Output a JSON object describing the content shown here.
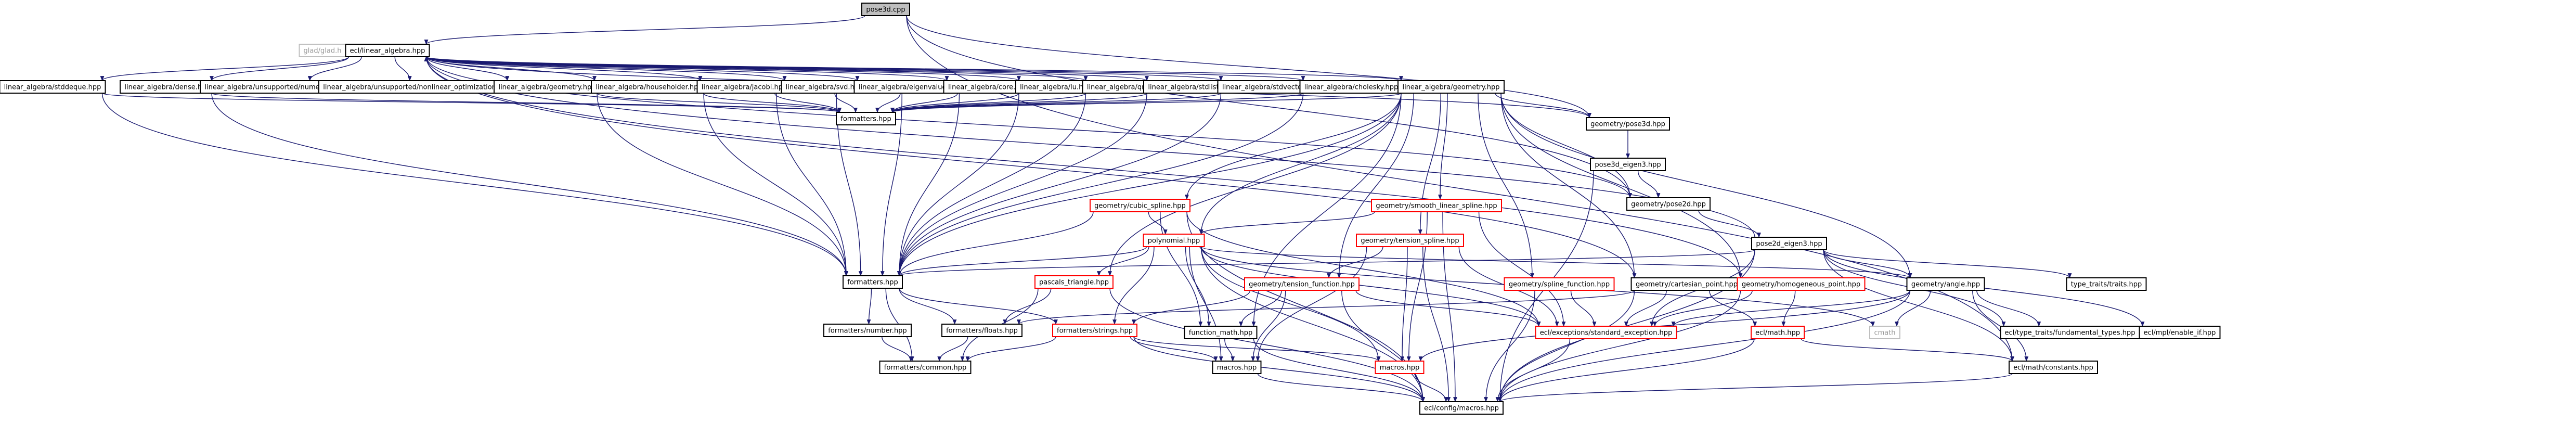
{
  "colors": {
    "edge": "#191970",
    "node_border": "#000000",
    "node_border_missing": "#bfbfbf",
    "node_border_truncated": "#ff0000",
    "node_fill": "#ffffff",
    "node_fill_root": "#bfbfbf",
    "text": "#000000",
    "text_missing": "#999999"
  },
  "nodes": [
    {
      "id": "pose3d_cpp",
      "label": "pose3d.cpp",
      "style": "root"
    },
    {
      "id": "glad",
      "label": "glad/glad.h",
      "style": "missing"
    },
    {
      "id": "linear_algebra",
      "label": "ecl/linear_algebra.hpp",
      "style": "normal"
    },
    {
      "id": "stddeque",
      "label": "linear_algebra/stddeque.hpp",
      "style": "normal"
    },
    {
      "id": "dense",
      "label": "linear_algebra/dense.hpp",
      "style": "normal"
    },
    {
      "id": "numerical_diff",
      "label": "linear_algebra/unsupported/numerical_diff.hpp",
      "style": "normal"
    },
    {
      "id": "nonlinear_opt",
      "label": "linear_algebra/unsupported/nonlinear_optimization.hpp",
      "style": "normal"
    },
    {
      "id": "la_geometry",
      "label": "linear_algebra/geometry.hpp",
      "style": "normal"
    },
    {
      "id": "householder",
      "label": "linear_algebra/householder.hpp",
      "style": "normal"
    },
    {
      "id": "jacobi",
      "label": "linear_algebra/jacobi.hpp",
      "style": "normal"
    },
    {
      "id": "svd",
      "label": "linear_algebra/svd.hpp",
      "style": "normal"
    },
    {
      "id": "eigenvalues",
      "label": "linear_algebra/eigenvalues.hpp",
      "style": "normal"
    },
    {
      "id": "core",
      "label": "linear_algebra/core.hpp",
      "style": "normal"
    },
    {
      "id": "lu",
      "label": "linear_algebra/lu.hpp",
      "style": "normal"
    },
    {
      "id": "qr",
      "label": "linear_algebra/qr.hpp",
      "style": "normal"
    },
    {
      "id": "stdlist",
      "label": "linear_algebra/stdlist.hpp",
      "style": "normal"
    },
    {
      "id": "stdvector",
      "label": "linear_algebra/stdvector.hpp",
      "style": "normal"
    },
    {
      "id": "cholesky",
      "label": "linear_algebra/cholesky.hpp",
      "style": "normal"
    },
    {
      "id": "ecl_la_geometry",
      "label": "linear_algebra/geometry.hpp",
      "style": "normal"
    },
    {
      "id": "formatters_top",
      "label": "formatters.hpp",
      "style": "normal"
    },
    {
      "id": "pose3d_hpp",
      "label": "geometry/pose3d.hpp",
      "style": "normal"
    },
    {
      "id": "pose3d_eigen3",
      "label": "pose3d_eigen3.hpp",
      "style": "normal"
    },
    {
      "id": "pose2d_hpp",
      "label": "geometry/pose2d.hpp",
      "style": "normal"
    },
    {
      "id": "cubic_spline",
      "label": "geometry/cubic_spline.hpp",
      "style": "truncated"
    },
    {
      "id": "smooth_linear_spline",
      "label": "geometry/smooth_linear_spline.hpp",
      "style": "truncated"
    },
    {
      "id": "tension_spline",
      "label": "geometry/tension_spline.hpp",
      "style": "truncated"
    },
    {
      "id": "polynomial",
      "label": "polynomial.hpp",
      "style": "truncated"
    },
    {
      "id": "pose2d_eigen3",
      "label": "pose2d_eigen3.hpp",
      "style": "normal"
    },
    {
      "id": "formatters",
      "label": "formatters.hpp",
      "style": "normal"
    },
    {
      "id": "pascals_triangle",
      "label": "pascals_triangle.hpp",
      "style": "truncated"
    },
    {
      "id": "tension_function",
      "label": "geometry/tension_function.hpp",
      "style": "truncated"
    },
    {
      "id": "spline_function",
      "label": "geometry/spline_function.hpp",
      "style": "truncated"
    },
    {
      "id": "cartesian_point",
      "label": "geometry/cartesian_point.hpp",
      "style": "normal"
    },
    {
      "id": "homogeneous_point",
      "label": "geometry/homogeneous_point.hpp",
      "style": "truncated"
    },
    {
      "id": "angle",
      "label": "geometry/angle.hpp",
      "style": "normal"
    },
    {
      "id": "type_traits",
      "label": "type_traits/traits.hpp",
      "style": "normal"
    },
    {
      "id": "formatters_number",
      "label": "formatters/number.hpp",
      "style": "normal"
    },
    {
      "id": "formatters_floats",
      "label": "formatters/floats.hpp",
      "style": "normal"
    },
    {
      "id": "formatters_strings",
      "label": "formatters/strings.hpp",
      "style": "truncated"
    },
    {
      "id": "function_math",
      "label": "function_math.hpp",
      "style": "normal"
    },
    {
      "id": "std_exception",
      "label": "ecl/exceptions/standard_exception.hpp",
      "style": "truncated"
    },
    {
      "id": "ecl_math",
      "label": "ecl/math.hpp",
      "style": "truncated"
    },
    {
      "id": "cmath",
      "label": "cmath",
      "style": "missing"
    },
    {
      "id": "fundamental_types",
      "label": "ecl/type_traits/fundamental_types.hpp",
      "style": "normal"
    },
    {
      "id": "enable_if",
      "label": "ecl/mpl/enable_if.hpp",
      "style": "normal"
    },
    {
      "id": "formatters_common",
      "label": "formatters/common.hpp",
      "style": "normal"
    },
    {
      "id": "macros_plain",
      "label": "macros.hpp",
      "style": "normal"
    },
    {
      "id": "macros_red",
      "label": "macros.hpp",
      "style": "truncated"
    },
    {
      "id": "math_constants",
      "label": "ecl/math/constants.hpp",
      "style": "normal"
    },
    {
      "id": "config_macros",
      "label": "ecl/config/macros.hpp",
      "style": "normal"
    }
  ],
  "edges": [
    [
      "pose3d_cpp",
      "linear_algebra"
    ],
    [
      "pose3d_cpp",
      "pose3d_hpp"
    ],
    [
      "pose3d_cpp",
      "pose2d_hpp"
    ],
    [
      "pose3d_cpp",
      "math_constants"
    ],
    [
      "linear_algebra",
      "glad"
    ],
    [
      "linear_algebra",
      "stddeque"
    ],
    [
      "linear_algebra",
      "dense"
    ],
    [
      "linear_algebra",
      "numerical_diff"
    ],
    [
      "linear_algebra",
      "nonlinear_opt"
    ],
    [
      "linear_algebra",
      "la_geometry"
    ],
    [
      "linear_algebra",
      "householder"
    ],
    [
      "linear_algebra",
      "jacobi"
    ],
    [
      "linear_algebra",
      "svd"
    ],
    [
      "linear_algebra",
      "eigenvalues"
    ],
    [
      "linear_algebra",
      "core"
    ],
    [
      "linear_algebra",
      "lu"
    ],
    [
      "linear_algebra",
      "qr"
    ],
    [
      "linear_algebra",
      "stdlist"
    ],
    [
      "linear_algebra",
      "stdvector"
    ],
    [
      "linear_algebra",
      "cholesky"
    ],
    [
      "linear_algebra",
      "ecl_la_geometry"
    ],
    [
      "stddeque",
      "formatters_top"
    ],
    [
      "stddeque",
      "formatters"
    ],
    [
      "dense",
      "formatters_top"
    ],
    [
      "dense",
      "formatters"
    ],
    [
      "la_geometry",
      "formatters_top"
    ],
    [
      "la_geometry",
      "formatters"
    ],
    [
      "householder",
      "formatters_top"
    ],
    [
      "householder",
      "formatters"
    ],
    [
      "jacobi",
      "formatters_top"
    ],
    [
      "jacobi",
      "formatters"
    ],
    [
      "svd",
      "formatters_top"
    ],
    [
      "svd",
      "formatters"
    ],
    [
      "eigenvalues",
      "formatters_top"
    ],
    [
      "eigenvalues",
      "formatters"
    ],
    [
      "core",
      "formatters_top"
    ],
    [
      "core",
      "formatters"
    ],
    [
      "lu",
      "formatters_top"
    ],
    [
      "lu",
      "formatters"
    ],
    [
      "qr",
      "formatters_top"
    ],
    [
      "qr",
      "formatters"
    ],
    [
      "stdlist",
      "formatters_top"
    ],
    [
      "stdlist",
      "formatters"
    ],
    [
      "stdvector",
      "formatters_top"
    ],
    [
      "stdvector",
      "formatters"
    ],
    [
      "cholesky",
      "formatters_top"
    ],
    [
      "cholesky",
      "formatters"
    ],
    [
      "ecl_la_geometry",
      "formatters_top"
    ],
    [
      "ecl_la_geometry",
      "formatters"
    ],
    [
      "ecl_la_geometry",
      "pose3d_hpp"
    ],
    [
      "ecl_la_geometry",
      "pose2d_hpp"
    ],
    [
      "ecl_la_geometry",
      "cubic_spline"
    ],
    [
      "ecl_la_geometry",
      "smooth_linear_spline"
    ],
    [
      "ecl_la_geometry",
      "tension_spline"
    ],
    [
      "ecl_la_geometry",
      "polynomial"
    ],
    [
      "ecl_la_geometry",
      "spline_function"
    ],
    [
      "ecl_la_geometry",
      "cartesian_point"
    ],
    [
      "ecl_la_geometry",
      "homogeneous_point"
    ],
    [
      "ecl_la_geometry",
      "angle"
    ],
    [
      "ecl_la_geometry",
      "tension_function"
    ],
    [
      "ecl_la_geometry",
      "function_math"
    ],
    [
      "ecl_la_geometry",
      "pascals_triangle"
    ],
    [
      "pose3d_hpp",
      "pose3d_eigen3"
    ],
    [
      "pose3d_hpp",
      "linear_algebra"
    ],
    [
      "pose3d_eigen3",
      "pose2d_hpp"
    ],
    [
      "pose3d_eigen3",
      "config_macros"
    ],
    [
      "pose2d_hpp",
      "pose2d_eigen3"
    ],
    [
      "pose2d_hpp",
      "linear_algebra"
    ],
    [
      "pose2d_eigen3",
      "formatters"
    ],
    [
      "pose2d_eigen3",
      "angle"
    ],
    [
      "pose2d_eigen3",
      "type_traits"
    ],
    [
      "pose2d_eigen3",
      "enable_if"
    ],
    [
      "pose2d_eigen3",
      "fundamental_types"
    ],
    [
      "pose2d_eigen3",
      "math_constants"
    ],
    [
      "pose2d_eigen3",
      "config_macros"
    ],
    [
      "pose2d_eigen3",
      "std_exception"
    ],
    [
      "pose2d_eigen3",
      "linear_algebra"
    ],
    [
      "cubic_spline",
      "polynomial"
    ],
    [
      "cubic_spline",
      "std_exception"
    ],
    [
      "cubic_spline",
      "config_macros"
    ],
    [
      "cubic_spline",
      "function_math"
    ],
    [
      "cubic_spline",
      "formatters"
    ],
    [
      "smooth_linear_spline",
      "polynomial"
    ],
    [
      "smooth_linear_spline",
      "std_exception"
    ],
    [
      "smooth_linear_spline",
      "config_macros"
    ],
    [
      "smooth_linear_spline",
      "macros_red"
    ],
    [
      "tension_spline",
      "tension_function"
    ],
    [
      "tension_spline",
      "std_exception"
    ],
    [
      "tension_spline",
      "config_macros"
    ],
    [
      "tension_spline",
      "macros_red"
    ],
    [
      "tension_spline",
      "macros_plain"
    ],
    [
      "polynomial",
      "formatters"
    ],
    [
      "polynomial",
      "pascals_triangle"
    ],
    [
      "polynomial",
      "std_exception"
    ],
    [
      "polynomial",
      "function_math"
    ],
    [
      "polynomial",
      "macros_plain"
    ],
    [
      "polynomial",
      "macros_red"
    ],
    [
      "polynomial",
      "cmath"
    ],
    [
      "polynomial",
      "config_macros"
    ],
    [
      "polynomial",
      "formatters_strings"
    ],
    [
      "polynomial",
      "angle"
    ],
    [
      "formatters",
      "formatters_number"
    ],
    [
      "formatters",
      "formatters_floats"
    ],
    [
      "formatters",
      "formatters_strings"
    ],
    [
      "formatters",
      "formatters_common"
    ],
    [
      "pascals_triangle",
      "formatters_common"
    ],
    [
      "pascals_triangle",
      "config_macros"
    ],
    [
      "pascals_triangle",
      "formatters_floats"
    ],
    [
      "tension_function",
      "function_math"
    ],
    [
      "tension_function",
      "formatters_strings"
    ],
    [
      "tension_function",
      "macros_plain"
    ],
    [
      "tension_function",
      "config_macros"
    ],
    [
      "tension_function",
      "std_exception"
    ],
    [
      "spline_function",
      "std_exception"
    ],
    [
      "spline_function",
      "config_macros"
    ],
    [
      "cartesian_point",
      "std_exception"
    ],
    [
      "cartesian_point",
      "ecl_math"
    ],
    [
      "cartesian_point",
      "config_macros"
    ],
    [
      "cartesian_point",
      "formatters_floats"
    ],
    [
      "cartesian_point",
      "linear_algebra"
    ],
    [
      "homogeneous_point",
      "std_exception"
    ],
    [
      "homogeneous_point",
      "ecl_math"
    ],
    [
      "homogeneous_point",
      "config_macros"
    ],
    [
      "homogeneous_point",
      "linear_algebra"
    ],
    [
      "angle",
      "cmath"
    ],
    [
      "angle",
      "fundamental_types"
    ],
    [
      "angle",
      "math_constants"
    ],
    [
      "angle",
      "macros_red"
    ],
    [
      "angle",
      "config_macros"
    ],
    [
      "angle",
      "std_exception"
    ],
    [
      "formatters_number",
      "formatters_common"
    ],
    [
      "formatters_floats",
      "formatters_common"
    ],
    [
      "formatters_strings",
      "formatters_common"
    ],
    [
      "formatters_strings",
      "macros_red"
    ],
    [
      "formatters_strings",
      "config_macros"
    ],
    [
      "formatters_strings",
      "macros_plain"
    ],
    [
      "function_math",
      "macros_plain"
    ],
    [
      "function_math",
      "config_macros"
    ],
    [
      "std_exception",
      "config_macros"
    ],
    [
      "ecl_math",
      "math_constants"
    ],
    [
      "ecl_math",
      "config_macros"
    ],
    [
      "macros_red",
      "config_macros"
    ],
    [
      "macros_plain",
      "config_macros"
    ],
    [
      "math_constants",
      "config_macros"
    ]
  ]
}
